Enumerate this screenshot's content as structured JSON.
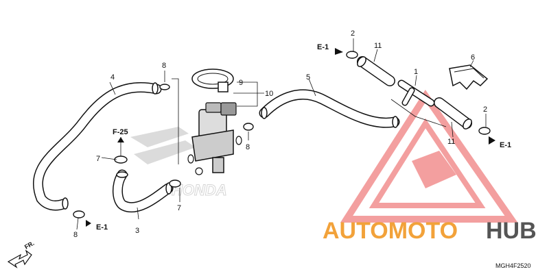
{
  "labels": {
    "p1": "1",
    "p2a": "2",
    "p2b": "2",
    "p3": "3",
    "p4": "4",
    "p5": "5",
    "p6": "6",
    "p7a": "7",
    "p7b": "7",
    "p8a": "8",
    "p8b": "8",
    "p8c": "8",
    "p9": "9",
    "p10": "10",
    "p11a": "11",
    "p11b": "11"
  },
  "refs": {
    "e1_top": "E-1",
    "e1_right": "E-1",
    "e1_bottom": "E-1",
    "f25": "F-25"
  },
  "direction": "FR.",
  "diagram_code": "MGH4F2520",
  "watermark": {
    "part1": "AUTOMOTO",
    "part2": "HUB",
    "color_main": "#f2a23a",
    "color_second": "#555555",
    "triangle_color": "#e8433a"
  }
}
